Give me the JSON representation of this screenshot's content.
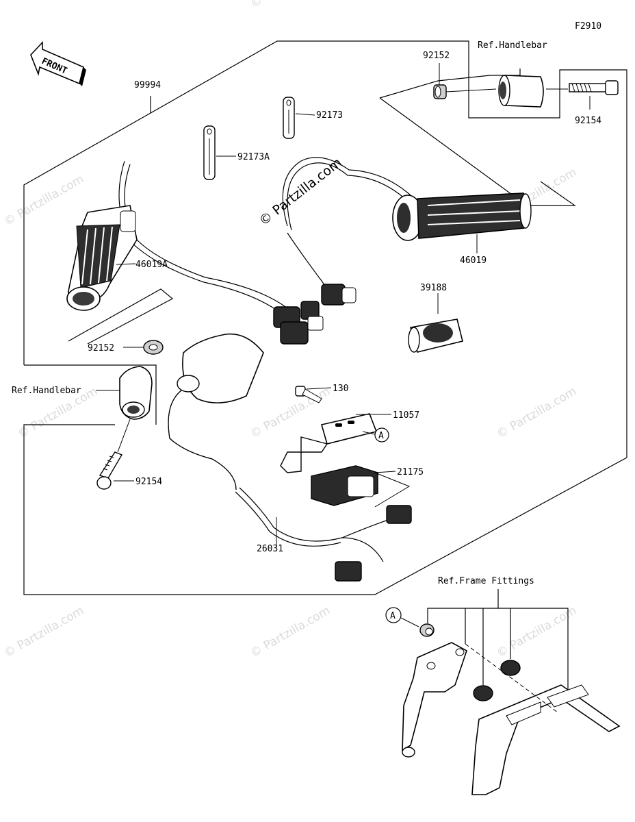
{
  "diagram_code": "F2910",
  "front_arrow": "FRONT",
  "copyright": "© Partzilla.com",
  "watermark": "© Partzilla.com",
  "refs": {
    "handlebar_top": "Ref.Handlebar",
    "handlebar_left": "Ref.Handlebar",
    "frame_fittings": "Ref.Frame Fittings"
  },
  "parts": {
    "p99994": "99994",
    "p92152_top": "92152",
    "p92154_top": "92154",
    "p92173": "92173",
    "p92173A": "92173A",
    "p46019A": "46019A",
    "p46019": "46019",
    "p39188": "39188",
    "p92152_left": "92152",
    "p130": "130",
    "p11057": "11057",
    "p21175": "21175",
    "p92154_left": "92154",
    "p26031": "26031"
  },
  "callout_A_1": "A",
  "callout_A_2": "A"
}
